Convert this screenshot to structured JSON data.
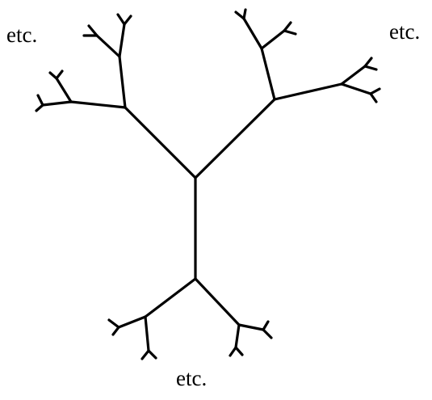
{
  "labels": {
    "top_left": "etc.",
    "top_right": "etc.",
    "bottom": "etc."
  },
  "colors": {
    "stroke": "#000000",
    "background": "#ffffff"
  }
}
